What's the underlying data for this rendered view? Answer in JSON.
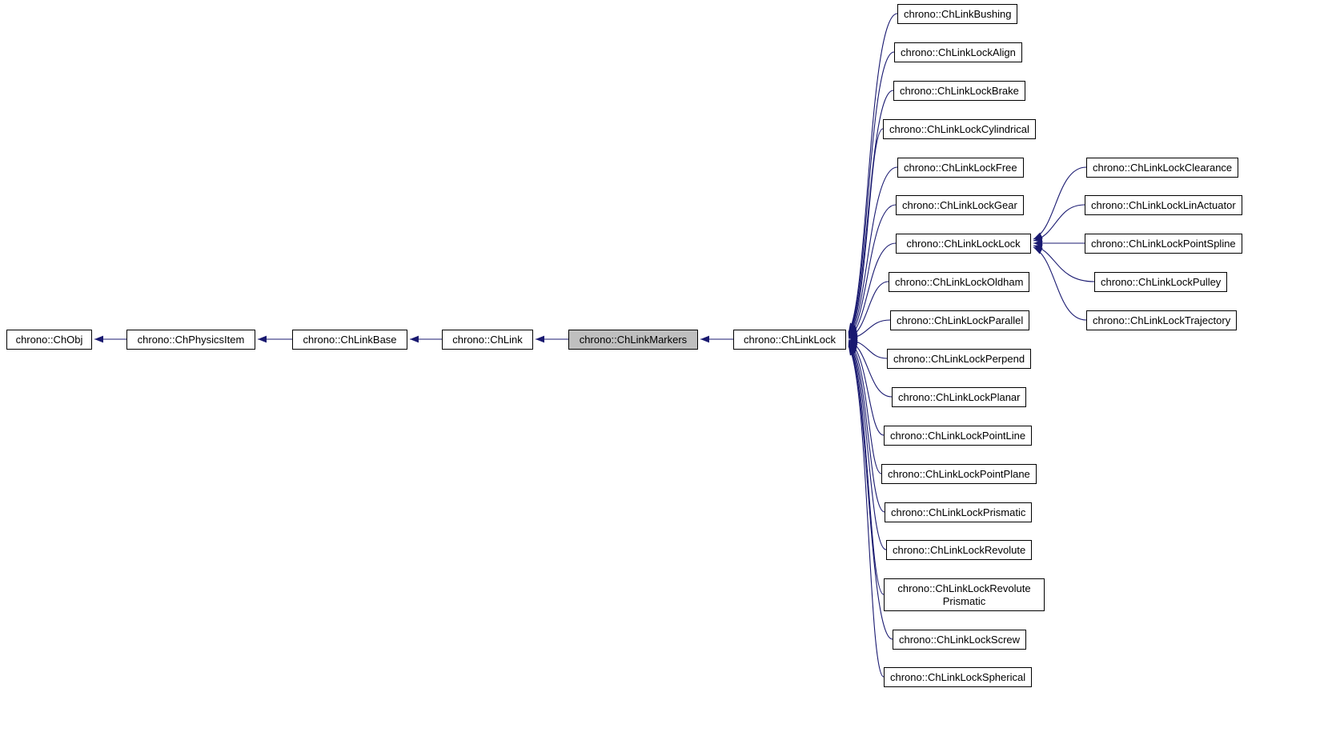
{
  "diagram_type": "doxygen-inheritance-graph",
  "colors": {
    "edge": "#191970",
    "node_border": "#000000",
    "node_fill": "#ffffff",
    "highlight_fill": "#bfbfbf",
    "background": "#ffffff"
  },
  "chain": [
    {
      "label": "chrono::ChObj"
    },
    {
      "label": "chrono::ChPhysicsItem"
    },
    {
      "label": "chrono::ChLinkBase"
    },
    {
      "label": "chrono::ChLink"
    },
    {
      "label": "chrono::ChLinkMarkers",
      "highlighted": true
    },
    {
      "label": "chrono::ChLinkLock"
    }
  ],
  "linklock_children": [
    {
      "label": "chrono::ChLinkBushing"
    },
    {
      "label": "chrono::ChLinkLockAlign"
    },
    {
      "label": "chrono::ChLinkLockBrake"
    },
    {
      "label": "chrono::ChLinkLockCylindrical"
    },
    {
      "label": "chrono::ChLinkLockFree"
    },
    {
      "label": "chrono::ChLinkLockGear"
    },
    {
      "label": "chrono::ChLinkLockLock"
    },
    {
      "label": "chrono::ChLinkLockOldham"
    },
    {
      "label": "chrono::ChLinkLockParallel"
    },
    {
      "label": "chrono::ChLinkLockPerpend"
    },
    {
      "label": "chrono::ChLinkLockPlanar"
    },
    {
      "label": "chrono::ChLinkLockPointLine"
    },
    {
      "label": "chrono::ChLinkLockPointPlane"
    },
    {
      "label": "chrono::ChLinkLockPrismatic"
    },
    {
      "label": "chrono::ChLinkLockRevolute"
    },
    {
      "label": "chrono::ChLinkLockRevolute Prismatic"
    },
    {
      "label": "chrono::ChLinkLockScrew"
    },
    {
      "label": "chrono::ChLinkLockSpherical"
    }
  ],
  "linklocklock_children": [
    {
      "label": "chrono::ChLinkLockClearance"
    },
    {
      "label": "chrono::ChLinkLockLinActuator"
    },
    {
      "label": "chrono::ChLinkLockPointSpline"
    },
    {
      "label": "chrono::ChLinkLockPulley"
    },
    {
      "label": "chrono::ChLinkLockTrajectory"
    }
  ]
}
